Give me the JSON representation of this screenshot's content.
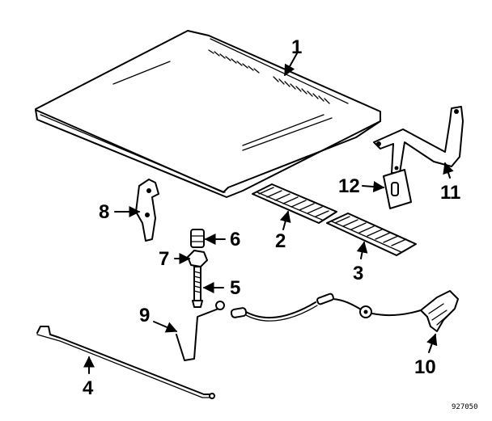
{
  "diagram": {
    "callouts": {
      "c1": "1",
      "c2": "2",
      "c3": "3",
      "c4": "4",
      "c5": "5",
      "c6": "6",
      "c7": "7",
      "c8": "8",
      "c9": "9",
      "c10": "10",
      "c11": "11",
      "c12": "12"
    },
    "diagram_code": "927050"
  }
}
